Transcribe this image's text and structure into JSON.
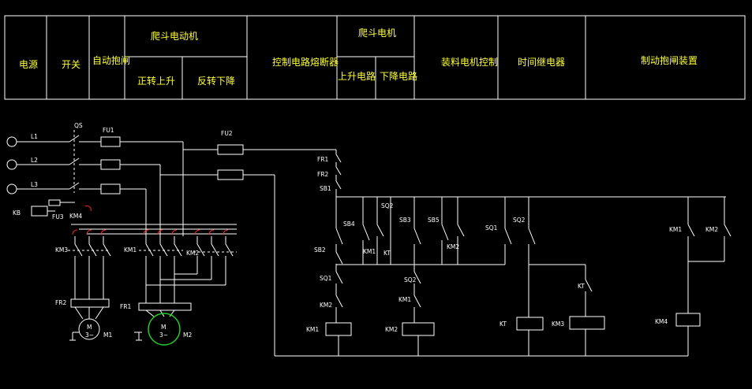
{
  "header": {
    "power": "电源",
    "switch": "开关",
    "auto_brake": "自动抱闸",
    "bucket_motor": "爬斗电动机",
    "forward_up": "正转上升",
    "reverse_down": "反转下降",
    "control_fuse": "控制电路熔断器",
    "bucket_motor_2": "爬斗电机",
    "up_circuit": "上升电路",
    "down_circuit": "下降电路",
    "loading_motor_control": "装料电机控制",
    "time_relay": "时间继电器",
    "brake_device": "制动抱闸装置"
  },
  "labels": {
    "L1": "L1",
    "L2": "L2",
    "L3": "L3",
    "QS": "QS",
    "FU1": "FU1",
    "FU2": "FU2",
    "FU3": "FU3",
    "KB": "KB",
    "KM4a": "KM4",
    "KM3a": "KM3",
    "KM1a": "KM1",
    "KM2a": "KM2",
    "FR2a": "FR2",
    "FR1a": "FR1",
    "M1": "M1",
    "M2": "M2",
    "M": "M",
    "M2sym": "M",
    "M3": "3~",
    "M3b": "3~",
    "FR1": "FR1",
    "FR2": "FR2",
    "SB1": "SB1",
    "SB4": "SB4",
    "SQ2a": "SQ2",
    "KM1b": "KM1",
    "KT": "KT",
    "SB3": "SB3",
    "SB5": "SB5",
    "KM2b": "KM2",
    "SQ1": "SQ1",
    "SQ2b": "SQ2",
    "KM1c": "KM1",
    "KM2c": "KM2",
    "SB2": "SB2",
    "SQ1b": "SQ1",
    "KM2d": "KM2",
    "KM1d": "KM1",
    "SQ2c": "SQ2",
    "KM1e": "KM1",
    "KM2e": "KM2",
    "KTb": "KT",
    "KTc": "KT",
    "KM3b": "KM3",
    "KM4b": "KM4"
  },
  "colors": {
    "wire": "#ffffff",
    "text": "#ffff33",
    "red": "#ff2222",
    "green": "#22cc22"
  }
}
